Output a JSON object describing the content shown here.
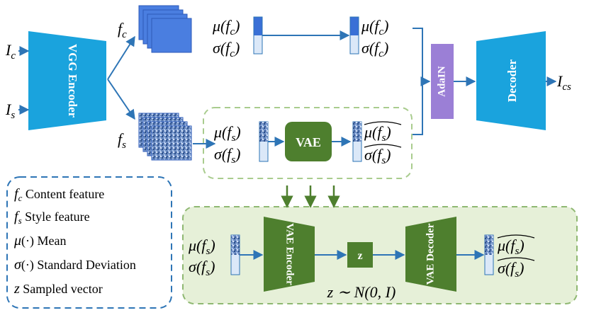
{
  "inputs": {
    "content": "I_c",
    "style": "I_s",
    "output": "I_cs"
  },
  "features": {
    "content": "f_c",
    "style": "f_s"
  },
  "blocks": {
    "encoder": "VGG Encoder",
    "adain": "AdaIN",
    "decoder": "Decoder",
    "vae": "VAE",
    "vae_encoder": "VAE Encoder",
    "vae_decoder": "VAE Decoder",
    "z": "z"
  },
  "stats": {
    "mu_fc": "μ(f_c)",
    "sigma_fc": "σ(f_c)",
    "mu_fs": "μ(f_s)",
    "sigma_fs": "σ(f_s)",
    "mu_fs_hat": "μ(f_s)~",
    "sigma_fs_hat": "σ(f_s)~"
  },
  "distribution": "z ∼ N(0, I)",
  "legend": [
    {
      "symbol": "f_c",
      "text": "Content feature"
    },
    {
      "symbol": "f_s",
      "text": "Style feature"
    },
    {
      "symbol": "μ(·)",
      "text": "Mean"
    },
    {
      "symbol": "σ(·)",
      "text": "Standard Deviation"
    },
    {
      "symbol": "z",
      "text": "Sampled vector"
    }
  ],
  "colors": {
    "blue_block": "#1aa3dd",
    "arrow_blue": "#2e75b6",
    "feature_blue": "#4a7ee0",
    "adain_purple": "#9b7fd6",
    "vae_green": "#4e7f2e",
    "green_panel": "#e6f0d8",
    "green_dash": "#8fb872",
    "legend_dash": "#2e75b6"
  }
}
